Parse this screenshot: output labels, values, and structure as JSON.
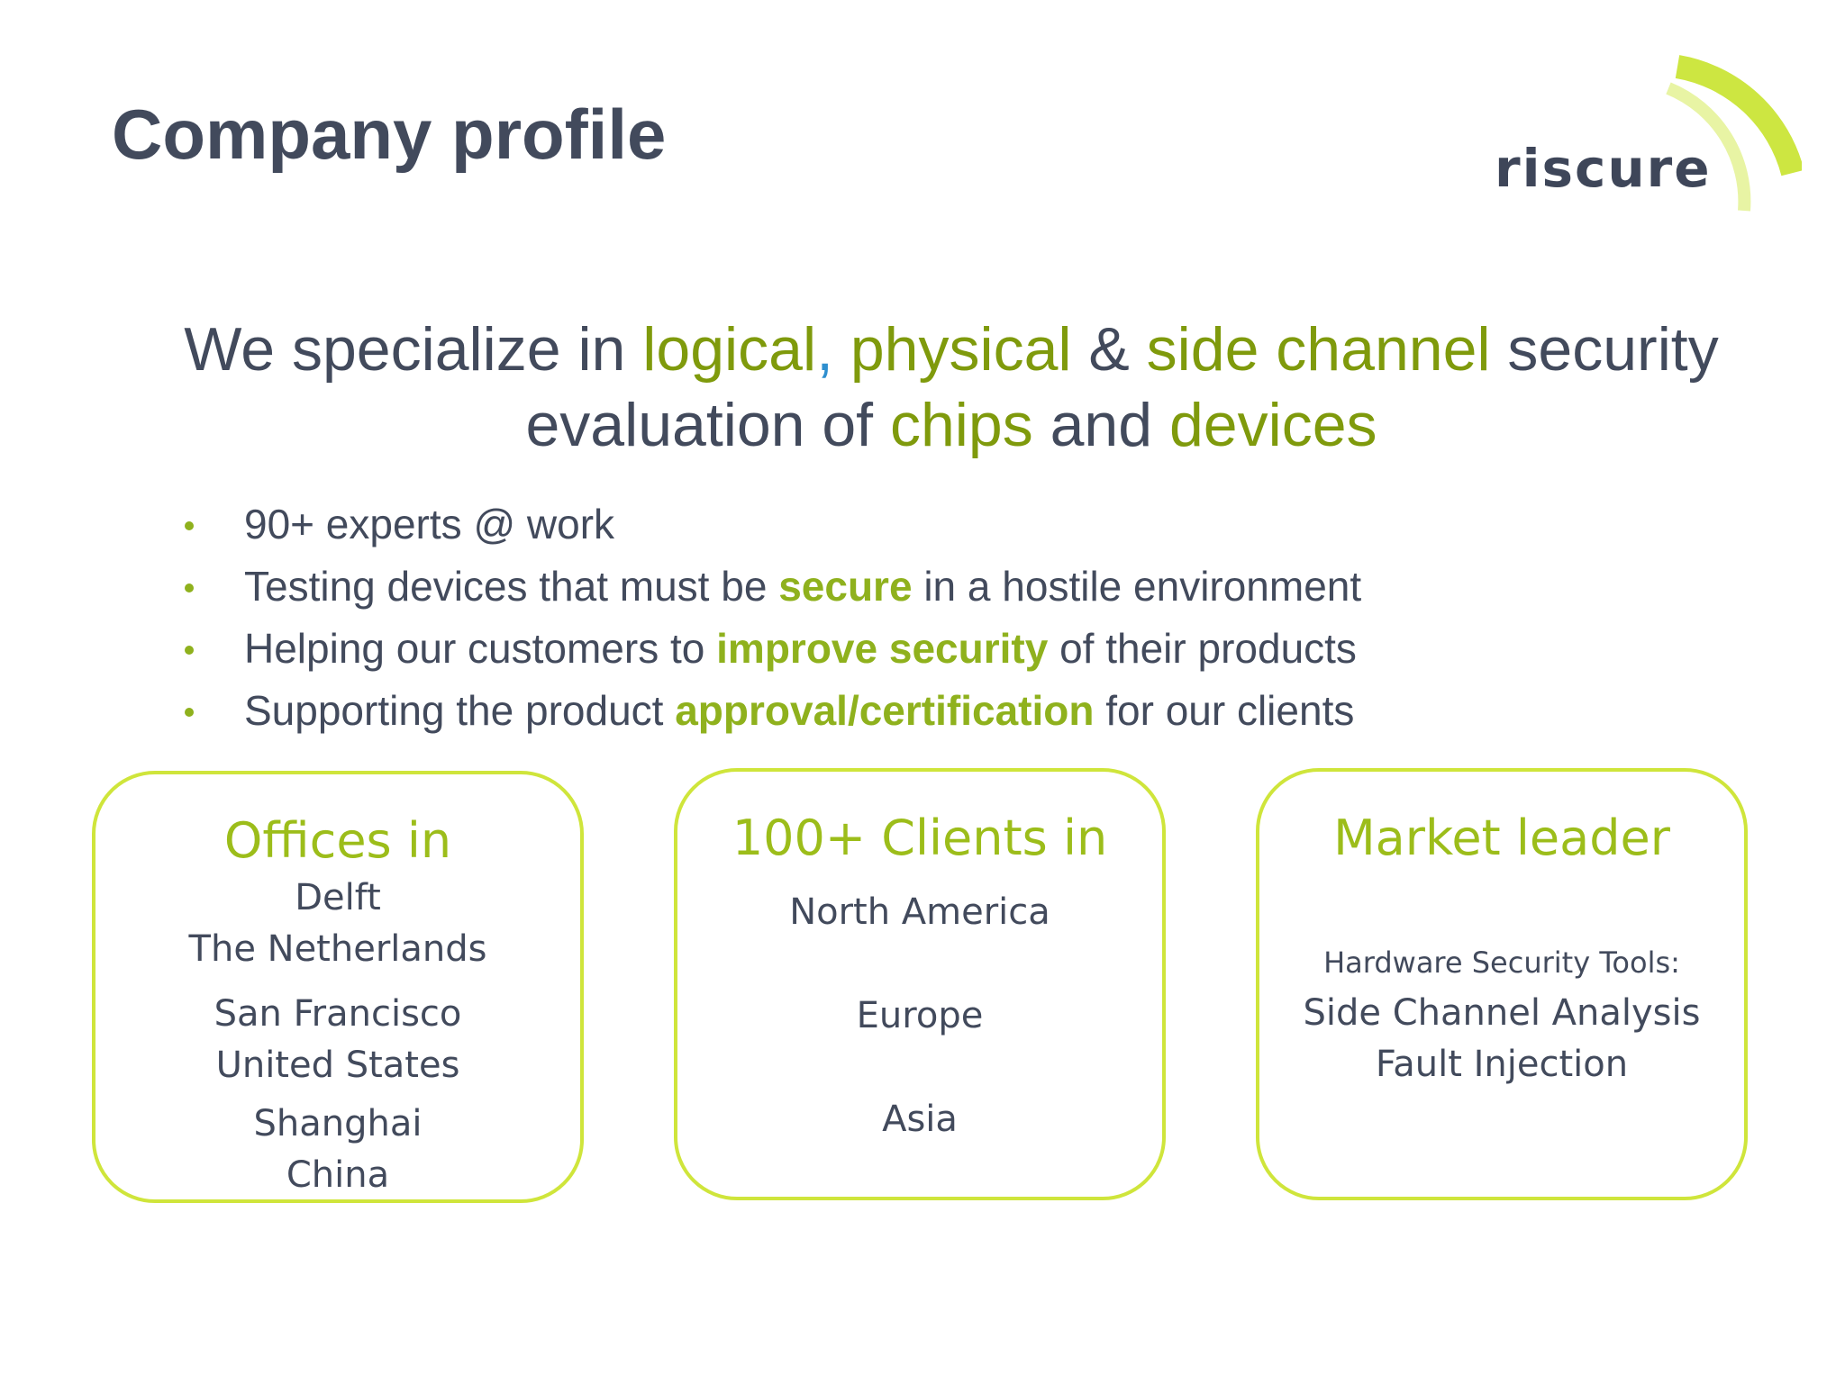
{
  "title": "Company profile",
  "logo": {
    "text": "riscure"
  },
  "headline": {
    "parts": [
      "We specialize in ",
      "logical",
      ",",
      " physical",
      " & ",
      "side channel",
      " security",
      "evaluation of ",
      "chips",
      " and ",
      "devices"
    ]
  },
  "bullets": [
    {
      "before": "90+ experts @ work",
      "highlight": "",
      "after": ""
    },
    {
      "before": "Testing devices that must be ",
      "highlight": "secure",
      "after": " in a hostile environment"
    },
    {
      "before": "Helping our customers to ",
      "highlight": "improve security",
      "after": " of their products"
    },
    {
      "before": "Supporting the product ",
      "highlight": "approval/certification",
      "after": " for our clients"
    }
  ],
  "boxes": {
    "offices": {
      "title": "Offices in",
      "lines": [
        "Delft",
        "The Netherlands",
        "San Francisco",
        "United States",
        "Shanghai",
        "China"
      ]
    },
    "clients": {
      "title": "100+ Clients in",
      "lines": [
        "North America",
        "Europe",
        "Asia"
      ]
    },
    "market": {
      "title": "Market leader",
      "subtitle": "Hardware Security Tools:",
      "lines": [
        "Side Channel Analysis",
        "Fault Injection"
      ]
    }
  },
  "colors": {
    "text": "#424a5c",
    "green_dark": "#7f9a0c",
    "green_light": "#9cbd1a",
    "box_border": "#cfe53b",
    "comma_blue": "#2e8fcf"
  }
}
